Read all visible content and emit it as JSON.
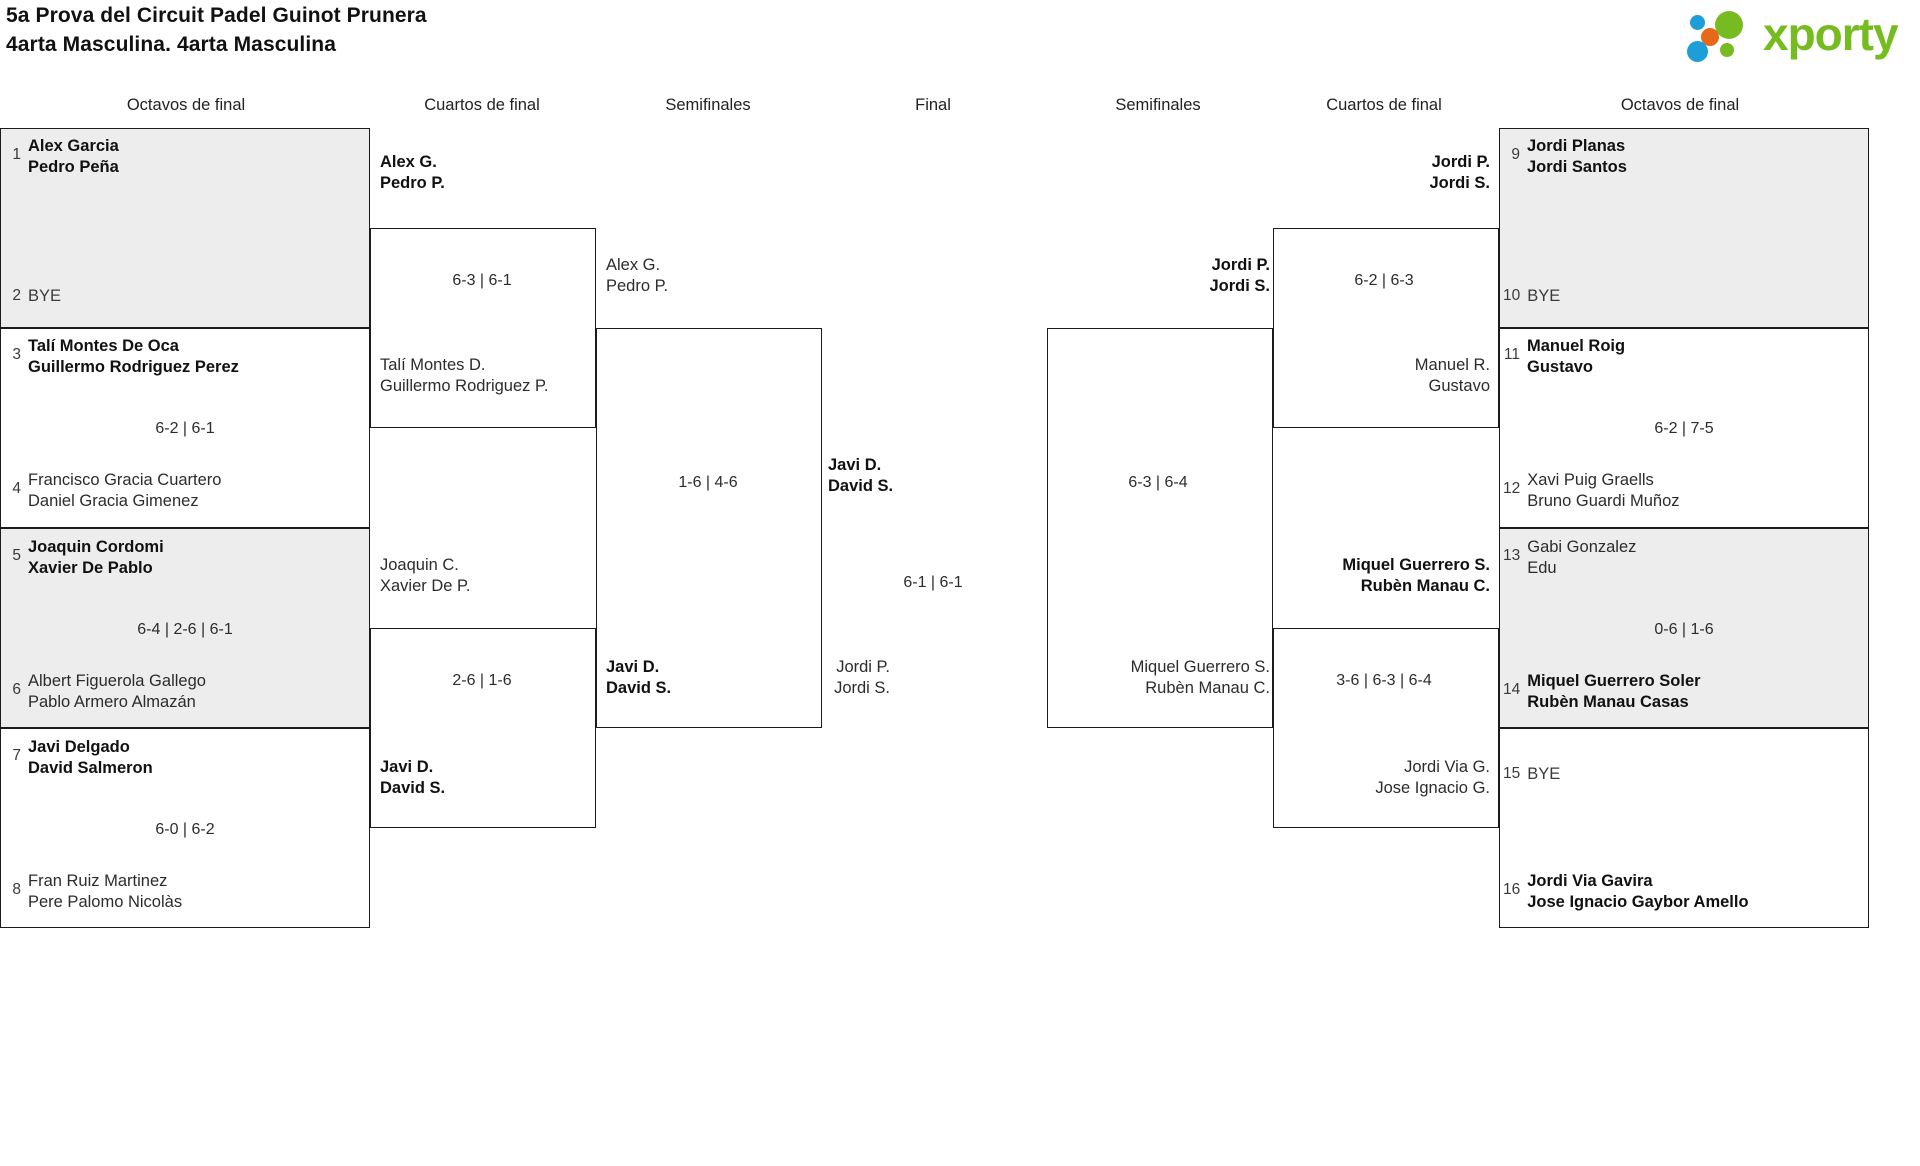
{
  "header": {
    "title_line1": "5a Prova del Circuit Padel Guinot Prunera",
    "title_line2": "4arta Masculina. 4arta Masculina",
    "logo_text": "xporty",
    "logo_colors": {
      "green": "#76bc21",
      "blue": "#1d9ed9",
      "orange": "#e8681a"
    }
  },
  "rounds": {
    "left": [
      {
        "label": "Octavos de final"
      },
      {
        "label": "Cuartos de final"
      },
      {
        "label": "Semifinales"
      }
    ],
    "final": {
      "label": "Final"
    },
    "right": [
      {
        "label": "Semifinales"
      },
      {
        "label": "Cuartos de final"
      },
      {
        "label": "Octavos de final"
      }
    ]
  },
  "bracket": {
    "left_r1": [
      {
        "shaded": true,
        "top": {
          "seed": "1",
          "line1": "Alex Garcia",
          "line2": "Pedro Peña",
          "winner": true
        },
        "bottom": {
          "seed": "2",
          "line1": "BYE",
          "line2": "",
          "winner": false,
          "bye": true
        },
        "score": ""
      },
      {
        "shaded": false,
        "top": {
          "seed": "3",
          "line1": "Talí Montes De Oca",
          "line2": "Guillermo Rodriguez Perez",
          "winner": true
        },
        "bottom": {
          "seed": "4",
          "line1": "Francisco Gracia Cuartero",
          "line2": "Daniel Gracia Gimenez",
          "winner": false
        },
        "score": "6-2 | 6-1"
      },
      {
        "shaded": true,
        "top": {
          "seed": "5",
          "line1": "Joaquin Cordomi",
          "line2": "Xavier De Pablo",
          "winner": true
        },
        "bottom": {
          "seed": "6",
          "line1": "Albert Figuerola Gallego",
          "line2": "Pablo Armero Almazán",
          "winner": false
        },
        "score": "6-4 | 2-6 | 6-1"
      },
      {
        "shaded": false,
        "top": {
          "seed": "7",
          "line1": "Javi Delgado",
          "line2": "David Salmeron",
          "winner": true
        },
        "bottom": {
          "seed": "8",
          "line1": "Fran Ruiz Martinez",
          "line2": "Pere Palomo Nicolàs",
          "winner": false
        },
        "score": "6-0 | 6-2"
      }
    ],
    "left_r2": [
      {
        "top": {
          "line1": "Alex G.",
          "line2": "Pedro P.",
          "winner": true
        },
        "bottom": {
          "line1": "Talí Montes D.",
          "line2": "Guillermo Rodriguez P.",
          "winner": false
        },
        "score": "6-3 | 6-1"
      },
      {
        "top": {
          "line1": "Joaquin C.",
          "line2": "Xavier De P.",
          "winner": false
        },
        "bottom": {
          "line1": "Javi D.",
          "line2": "David S.",
          "winner": true
        },
        "score": "2-6 | 1-6"
      }
    ],
    "left_r3": [
      {
        "top": {
          "line1": "Alex G.",
          "line2": "Pedro P.",
          "winner": false
        },
        "bottom": {
          "line1": "Javi D.",
          "line2": "David S.",
          "winner": true
        },
        "score": "1-6 | 4-6"
      }
    ],
    "final": {
      "top": {
        "line1": "Javi D.",
        "line2": "David S.",
        "winner": true
      },
      "bottom": {
        "line1": "Jordi P.",
        "line2": "Jordi S.",
        "winner": false
      },
      "score": "6-1 | 6-1"
    },
    "right_r3": [
      {
        "top": {
          "line1": "Jordi P.",
          "line2": "Jordi S.",
          "winner": true
        },
        "bottom": {
          "line1": "Miquel Guerrero S.",
          "line2": "Rubèn Manau C.",
          "winner": false
        },
        "score": "6-3 | 6-4"
      }
    ],
    "right_r2": [
      {
        "top": {
          "line1": "Jordi P.",
          "line2": "Jordi S.",
          "winner": true
        },
        "bottom": {
          "line1": "Manuel R.",
          "line2": "Gustavo",
          "winner": false
        },
        "score": "6-2 | 6-3"
      },
      {
        "top": {
          "line1": "Miquel Guerrero S.",
          "line2": "Rubèn Manau C.",
          "winner": true
        },
        "bottom": {
          "line1": "Jordi Via G.",
          "line2": "Jose Ignacio G.",
          "winner": false
        },
        "score": "3-6 | 6-3 | 6-4"
      }
    ],
    "right_r1": [
      {
        "shaded": true,
        "top": {
          "seed": "9",
          "line1": "Jordi Planas",
          "line2": "Jordi Santos",
          "winner": true
        },
        "bottom": {
          "seed": "10",
          "line1": "BYE",
          "line2": "",
          "winner": false,
          "bye": true
        },
        "score": ""
      },
      {
        "shaded": false,
        "top": {
          "seed": "11",
          "line1": "Manuel Roig",
          "line2": "Gustavo",
          "winner": true
        },
        "bottom": {
          "seed": "12",
          "line1": "Xavi Puig Graells",
          "line2": "Bruno Guardi Muñoz",
          "winner": false
        },
        "score": "6-2 | 7-5"
      },
      {
        "shaded": true,
        "top": {
          "seed": "13",
          "line1": "Gabi Gonzalez",
          "line2": "Edu",
          "winner": false
        },
        "bottom": {
          "seed": "14",
          "line1": "Miquel Guerrero Soler",
          "line2": "Rubèn Manau Casas",
          "winner": true
        },
        "score": "0-6 | 1-6"
      },
      {
        "shaded": false,
        "top": {
          "seed": "15",
          "line1": "BYE",
          "line2": "",
          "winner": false,
          "bye": true
        },
        "bottom": {
          "seed": "16",
          "line1": "Jordi Via Gavira",
          "line2": "Jose Ignacio Gaybor Amello",
          "winner": true
        },
        "score": ""
      }
    ]
  }
}
